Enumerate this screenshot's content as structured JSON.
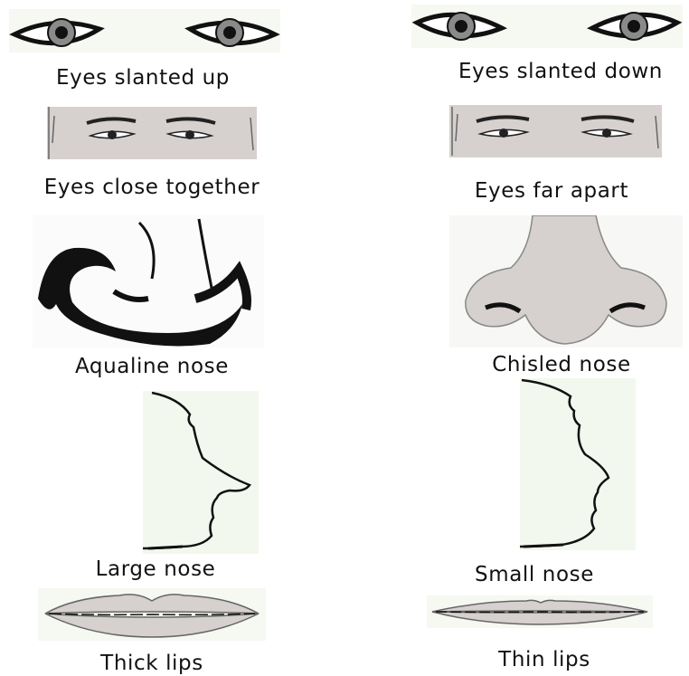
{
  "captions": {
    "eyes_up": "Eyes slanted up",
    "eyes_down": "Eyes slanted down",
    "eyes_close": "Eyes close together",
    "eyes_apart": "Eyes far apart",
    "aqualine": "Aqualine nose",
    "chisled": "Chisled nose",
    "large_nose": "Large nose",
    "small_nose": "Small nose",
    "thick_lips": "Thick lips",
    "thin_lips": "Thin lips"
  },
  "colors": {
    "ink": "#111111",
    "skin_gray": "#d6d0cf",
    "panel_tint": "#f2f8ee",
    "iris": "#8a8a8a"
  }
}
